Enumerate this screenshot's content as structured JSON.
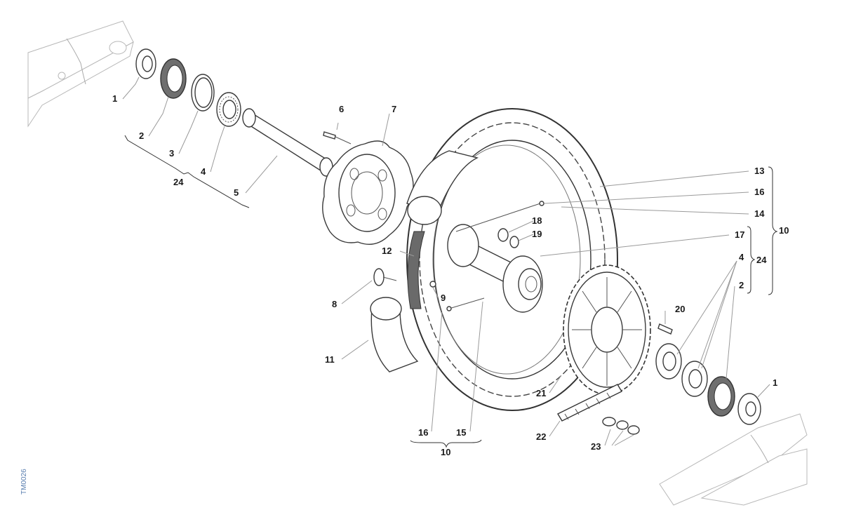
{
  "drawing_code": "TM0026",
  "callouts": {
    "c1_left": "1",
    "c2_left": "2",
    "c3": "3",
    "c4_left": "4",
    "c24_left": "24",
    "c5": "5",
    "c6": "6",
    "c7": "7",
    "c8": "8",
    "c9": "9",
    "c11": "11",
    "c12": "12",
    "c13": "13",
    "c14": "14",
    "c15": "15",
    "c16_right": "16",
    "c16_bottom": "16",
    "c17": "17",
    "c18": "18",
    "c19": "19",
    "c20": "20",
    "c21": "21",
    "c22": "22",
    "c23": "23",
    "c10_right": "10",
    "c10_bottom": "10",
    "c24_right": "24",
    "c4_right": "4",
    "c2_right": "2",
    "c1_right": "1"
  }
}
